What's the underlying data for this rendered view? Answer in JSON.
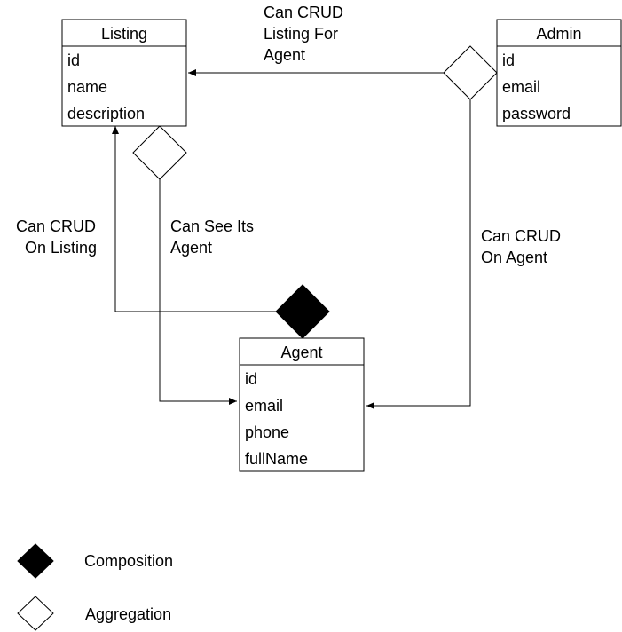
{
  "entities": {
    "listing": {
      "title": "Listing",
      "fields": [
        "id",
        "name",
        "description"
      ]
    },
    "admin": {
      "title": "Admin",
      "fields": [
        "id",
        "email",
        "password"
      ]
    },
    "agent": {
      "title": "Agent",
      "fields": [
        "id",
        "email",
        "phone",
        "fullName"
      ]
    }
  },
  "edges": {
    "admin_listing": [
      "Can CRUD",
      "Listing For",
      "Agent"
    ],
    "agent_listing": [
      "Can CRUD",
      "On Listing"
    ],
    "listing_agent": [
      "Can See Its",
      "Agent"
    ],
    "admin_agent": [
      "Can CRUD",
      "On Agent"
    ]
  },
  "legend": {
    "composition": "Composition",
    "aggregation": "Aggregation"
  }
}
